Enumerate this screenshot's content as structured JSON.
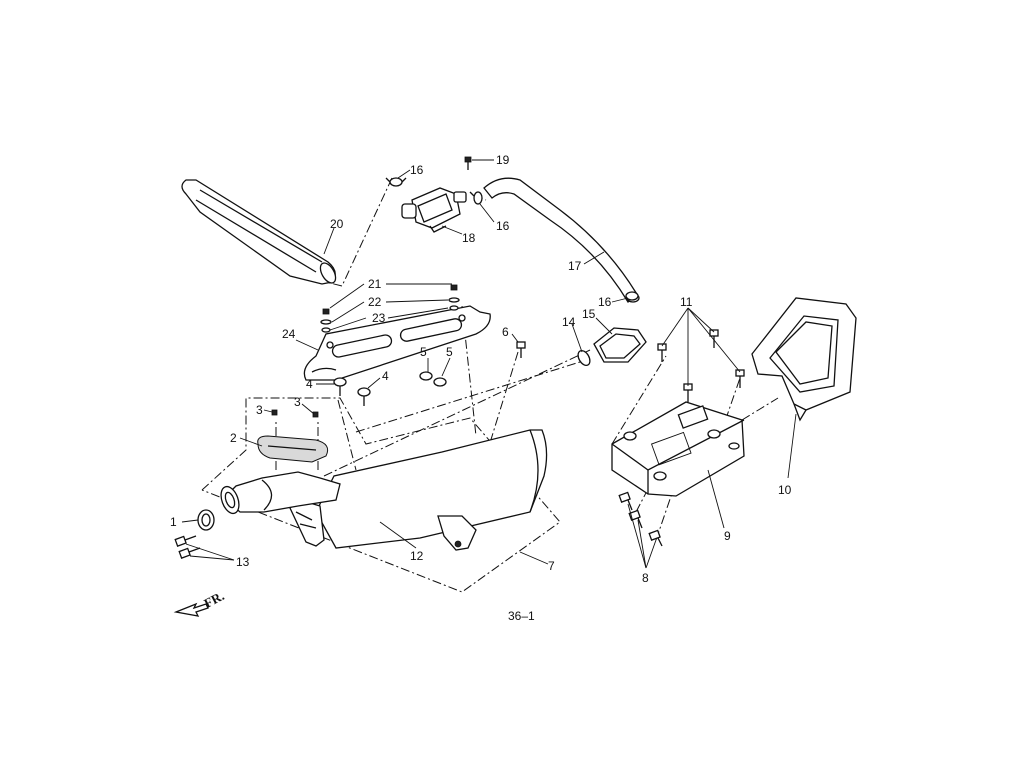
{
  "figure_label": "36–1",
  "direction_label": "FR.",
  "callouts": {
    "c1": "1",
    "c2": "2",
    "c3a": "3",
    "c3b": "3",
    "c4a": "4",
    "c4b": "4",
    "c5a": "5",
    "c5b": "5",
    "c6": "6",
    "c7": "7",
    "c8": "8",
    "c9": "9",
    "c10": "10",
    "c11": "11",
    "c12": "12",
    "c13": "13",
    "c14": "14",
    "c15": "15",
    "c16a": "16",
    "c16b": "16",
    "c16c": "16",
    "c17": "17",
    "c18": "18",
    "c19": "19",
    "c20": "20",
    "c21": "21",
    "c22": "22",
    "c23": "23",
    "c24": "24"
  }
}
